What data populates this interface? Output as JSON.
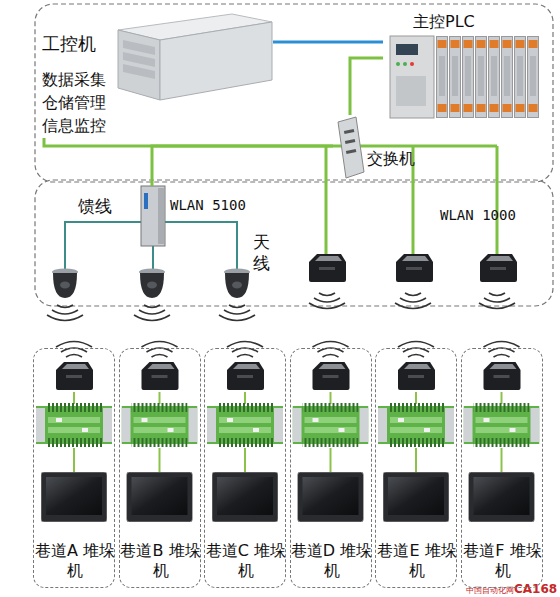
{
  "diagram": {
    "nodes": [
      {
        "text": [
          "工控机",
          "数据采集 仓储管理 信息监控"
        ]
      },
      {
        "text": [
          "主控PLC"
        ]
      },
      {
        "text": [
          "交换机"
        ]
      },
      {
        "text": [
          "WLAN 5100"
        ]
      },
      {
        "text": [
          "巷道A 堆垛机"
        ]
      },
      {
        "text": [
          "巷道B 堆垛机"
        ]
      },
      {
        "text": [
          "巷道C 堆垛机"
        ]
      },
      {
        "text": [
          "巷道D 堆垛机"
        ]
      },
      {
        "text": [
          "巷道E 堆垛机"
        ]
      },
      {
        "text": [
          "巷道F 堆垛机"
        ]
      }
    ],
    "edges": [
      {
        "from": 0,
        "to": 1,
        "arrow": "none"
      },
      {
        "from": 2,
        "to": 1,
        "arrow": "none"
      },
      {
        "from": 2,
        "to": 0,
        "arrow": "none"
      },
      {
        "from": 2,
        "to": 3,
        "arrow": "none"
      }
    ],
    "labels": [
      "馈线",
      "天线",
      "WLAN 1000",
      "中国自动化网",
      "CA168"
    ]
  }
}
